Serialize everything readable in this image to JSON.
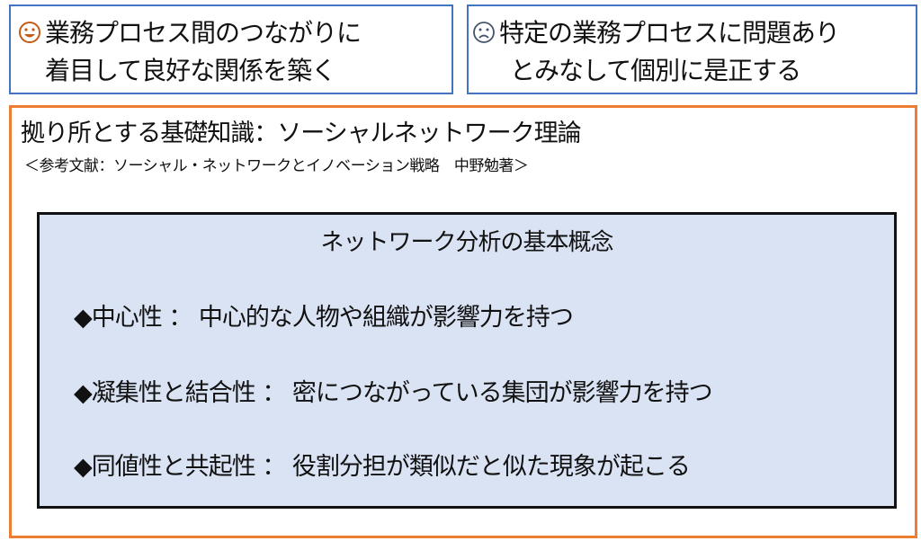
{
  "positive_box": {
    "icon": "smiley-face-icon",
    "line1": "業務プロセス間のつながりに",
    "line2": "着目して良好な関係を築く"
  },
  "negative_box": {
    "icon": "sad-face-icon",
    "line1": "特定の業務プロセスに問題あり",
    "line2": "とみなして個別に是正する"
  },
  "foundation": {
    "title": "拠り所とする基礎知識：ソーシャルネットワーク理論",
    "reference": "＜参考文献：ソーシャル・ネットワークとイノベーション戦略　中野勉著＞",
    "concepts": {
      "heading": "ネットワーク分析の基本概念",
      "items": [
        "◆中心性 ： 中心的な人物や組織が影響力を持つ",
        "◆凝集性と結合性 ： 密につながっている集団が影響力を持つ",
        "◆同値性と共起性 ： 役割分担が類似だと似た現象が起こる"
      ]
    }
  },
  "colors": {
    "blue_border": "#4472c4",
    "orange_border": "#ed7d31",
    "concept_fill": "#dae3f3"
  }
}
